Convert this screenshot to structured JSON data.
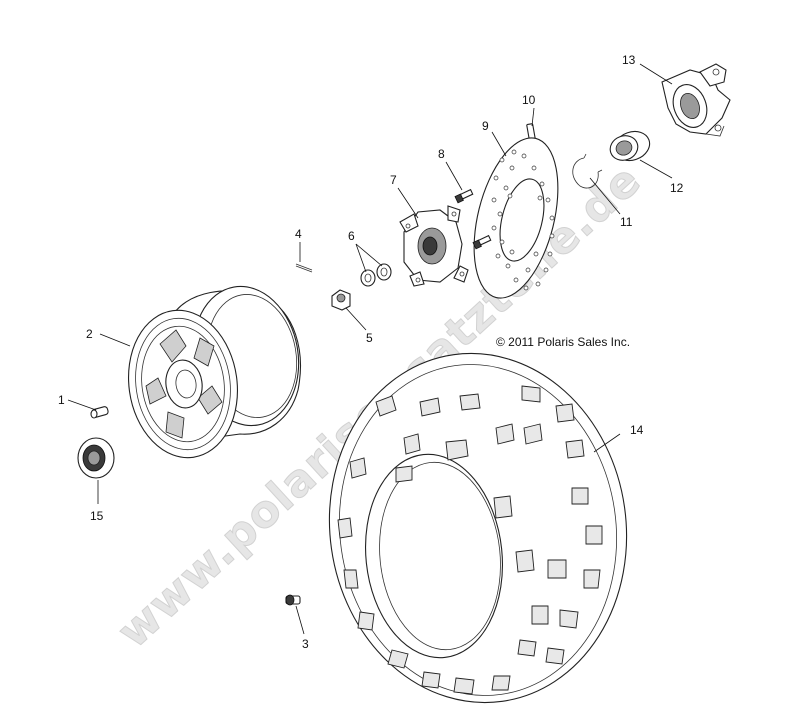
{
  "watermark": "www.polariser satzteile.de",
  "copyright": "© 2011 Polaris Sales Inc.",
  "callouts": {
    "c1": "1",
    "c2": "2",
    "c3": "3",
    "c4": "4",
    "c5": "5",
    "c6": "6",
    "c7": "7",
    "c8": "8",
    "c9": "9",
    "c10": "10",
    "c11": "11",
    "c12": "12",
    "c13": "13",
    "c14": "14",
    "c15": "15"
  }
}
